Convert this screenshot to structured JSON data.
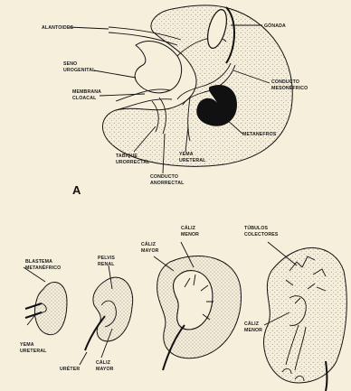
{
  "panel_a": {
    "letter": "A",
    "labels": {
      "alantoides": "ALANTOIDES",
      "gonada": "GÓNADA",
      "seno_urogenital": [
        "SENO",
        "UROGENITAL"
      ],
      "membrana_cloacal": [
        "MEMBRANA",
        "CLOACAL"
      ],
      "conducto_mesonefrico": [
        "CONDUCTO",
        "MESONÉFRICO"
      ],
      "metanefros": "METANEFROS",
      "tabique_urorrectal": [
        "TABIQUE",
        "URORRECTAL"
      ],
      "yema_ureteral": [
        "YEMA",
        "URETERAL"
      ],
      "conducto_anorrectal": [
        "CONDUCTO",
        "ANORRECTAL"
      ]
    }
  },
  "panel_b": {
    "labels": {
      "blastema_metanefrico": [
        "BLASTEMA",
        "METANÉFRICO"
      ],
      "yema_ureteral": [
        "YEMA",
        "URETERAL"
      ],
      "pelvis_renal": [
        "PELVIS",
        "RENAL"
      ],
      "ureter": "URÉTER",
      "caliz_mayor_1": [
        "CÁLIZ",
        "MAYOR"
      ],
      "caliz_mayor_2": [
        "CÁLIZ",
        "MAYOR"
      ],
      "caliz_menor_1": [
        "CÁLIZ",
        "MENOR"
      ],
      "tubulos_colectores": [
        "TÚBULOS",
        "COLECTORES"
      ],
      "caliz_menor_2": [
        "CÁLIZ",
        "MENOR"
      ]
    }
  },
  "colors": {
    "paper": "#f6efdc",
    "ink": "#111111",
    "stipple": "#9a958a"
  }
}
